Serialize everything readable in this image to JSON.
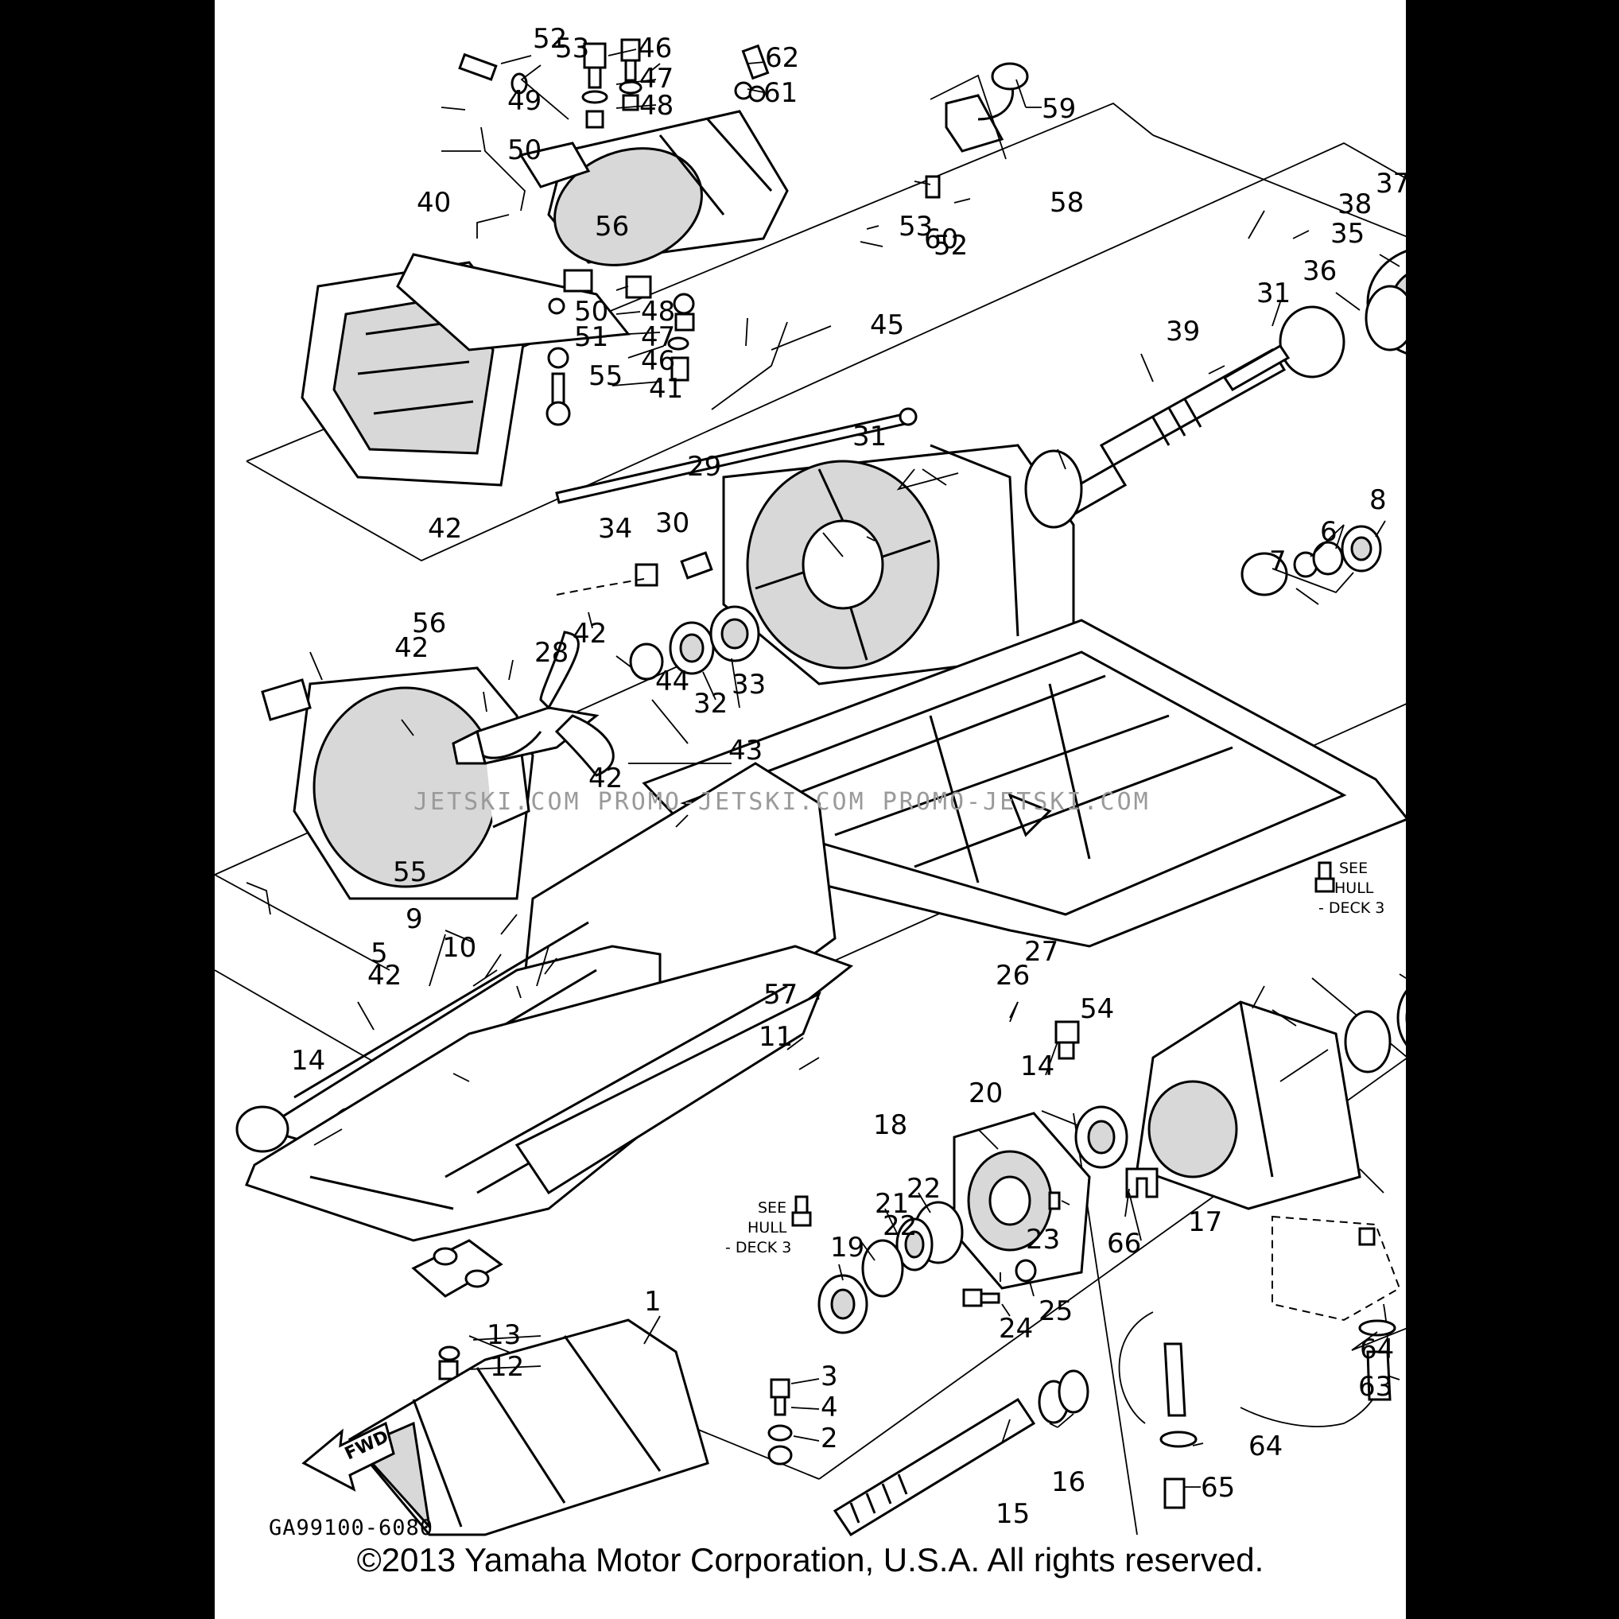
{
  "diagram": {
    "code": "GA99100-6080",
    "fwd_label": "FWD",
    "hull_note_1": [
      "SEE",
      "HULL",
      "- DECK 3"
    ],
    "hull_note_2": [
      "SEE",
      "HULL",
      "- DECK 3"
    ],
    "watermark": "JETSKI.COM   PROMO-JETSKI.COM  PROMO-JETSKI.COM"
  },
  "copyright": "©2013 Yamaha Motor Corporation, U.S.A. All rights reserved.",
  "callouts": [
    {
      "label": "52"
    },
    {
      "label": "53"
    },
    {
      "label": "46"
    },
    {
      "label": "62"
    },
    {
      "label": "49"
    },
    {
      "label": "47"
    },
    {
      "label": "61"
    },
    {
      "label": "48"
    },
    {
      "label": "59"
    },
    {
      "label": "50"
    },
    {
      "label": "58"
    },
    {
      "label": "40"
    },
    {
      "label": "56"
    },
    {
      "label": "53"
    },
    {
      "label": "60"
    },
    {
      "label": "52"
    },
    {
      "label": "37"
    },
    {
      "label": "38"
    },
    {
      "label": "35"
    },
    {
      "label": "36"
    },
    {
      "label": "31"
    },
    {
      "label": "50"
    },
    {
      "label": "51"
    },
    {
      "label": "48"
    },
    {
      "label": "45"
    },
    {
      "label": "47"
    },
    {
      "label": "46"
    },
    {
      "label": "55"
    },
    {
      "label": "41"
    },
    {
      "label": "39"
    },
    {
      "label": "31"
    },
    {
      "label": "29"
    },
    {
      "label": "42"
    },
    {
      "label": "34"
    },
    {
      "label": "30"
    },
    {
      "label": "8"
    },
    {
      "label": "6"
    },
    {
      "label": "7"
    },
    {
      "label": "56"
    },
    {
      "label": "28"
    },
    {
      "label": "42"
    },
    {
      "label": "42"
    },
    {
      "label": "32"
    },
    {
      "label": "33"
    },
    {
      "label": "44"
    },
    {
      "label": "43"
    },
    {
      "label": "42"
    },
    {
      "label": "55"
    },
    {
      "label": "9"
    },
    {
      "label": "10"
    },
    {
      "label": "42"
    },
    {
      "label": "5"
    },
    {
      "label": "57"
    },
    {
      "label": "26"
    },
    {
      "label": "27"
    },
    {
      "label": "14"
    },
    {
      "label": "11"
    },
    {
      "label": "14"
    },
    {
      "label": "54"
    },
    {
      "label": "20"
    },
    {
      "label": "18"
    },
    {
      "label": "22"
    },
    {
      "label": "21"
    },
    {
      "label": "22"
    },
    {
      "label": "19"
    },
    {
      "label": "23"
    },
    {
      "label": "66"
    },
    {
      "label": "17"
    },
    {
      "label": "25"
    },
    {
      "label": "24"
    },
    {
      "label": "1"
    },
    {
      "label": "13"
    },
    {
      "label": "12"
    },
    {
      "label": "3"
    },
    {
      "label": "4"
    },
    {
      "label": "2"
    },
    {
      "label": "64"
    },
    {
      "label": "63"
    },
    {
      "label": "64"
    },
    {
      "label": "16"
    },
    {
      "label": "65"
    },
    {
      "label": "15"
    }
  ]
}
